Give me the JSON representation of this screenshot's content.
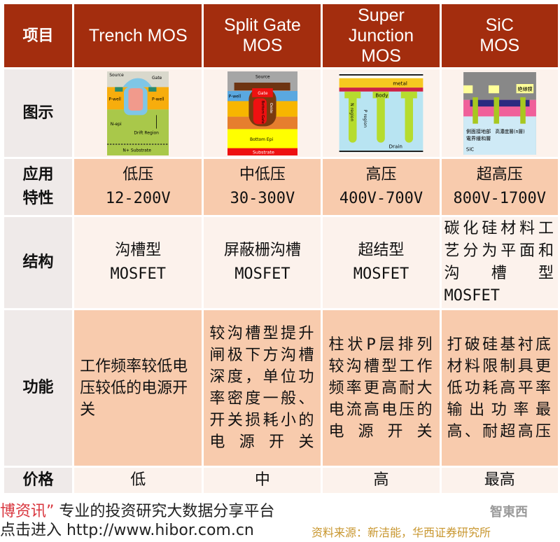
{
  "header": [
    "项目",
    "Trench MOS",
    "Split Gate MOS",
    "Super Junction MOS",
    "SiC MOS"
  ],
  "rows": {
    "diagram": {
      "label": "图示",
      "trench": {
        "source": "Source",
        "gate": "Gate",
        "nplus": "N+",
        "pwell": "P-well",
        "nepi": "N-epi",
        "drift": "Drift Region",
        "substrate": "N+ Substrate"
      },
      "split": {
        "source": "Source",
        "gate": "Gate",
        "pwell": "P-well",
        "bottom_gate": "Bottom Gate",
        "oxide": "Oxide",
        "bottom_epi": "Bottom Epi",
        "substrate": "Substrate"
      },
      "sj": {
        "metal": "metal",
        "body": "Body",
        "nregion": "N region",
        "pregion": "P region",
        "drain": "Drain"
      },
      "sic": {
        "insulator": "絶縁膜",
        "l1": "側面接地部",
        "l2": "電界緩和層",
        "l3": "高濃度層(n層)",
        "sic": "SiC"
      }
    },
    "application": {
      "label": "应用特性",
      "values": [
        [
          "低压",
          "12-200V"
        ],
        [
          "中低压",
          "30-300V"
        ],
        [
          "高压",
          "400V-700V"
        ],
        [
          "超高压",
          "800V-1700V"
        ]
      ]
    },
    "structure": {
      "label": "结构",
      "values": [
        [
          "沟槽型",
          "MOSFET"
        ],
        [
          "屏蔽栅沟槽",
          "MOSFET"
        ],
        [
          "超结型",
          "MOSFET"
        ],
        [
          "碳化硅材料工艺分为平面和沟槽型",
          "MOSFET"
        ]
      ]
    },
    "function": {
      "label": "功能",
      "values": [
        "工作频率较低电压较低的电源开关",
        "较沟槽型提升闸极下方沟槽深度，单位功率密度一般、开关损耗小的电源开关",
        "柱状P层排列较沟槽型工作频率更高耐大电流高电压的电源开关",
        "打破硅基衬底材料限制具更低功耗高平率输出功率最高、耐超高压"
      ]
    },
    "price": {
      "label": "价格",
      "values": [
        "低",
        "中",
        "高",
        "最高"
      ]
    }
  },
  "watermark": {
    "line1_red": "博资讯”",
    "line1": "专业的投资研究大数据分享平台",
    "line2": "点击进入 http://www.hibor.com.cn",
    "source": "资料来源：新洁能，华西证券研究所",
    "logo": "智東西"
  }
}
